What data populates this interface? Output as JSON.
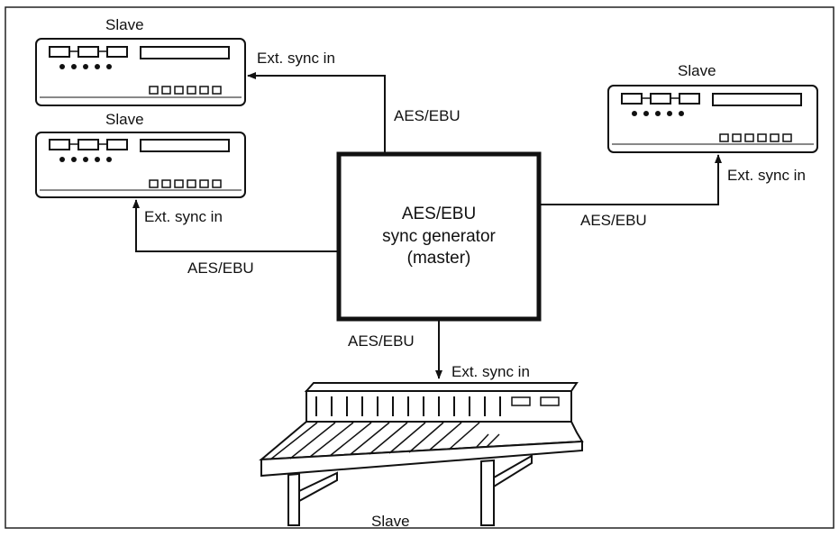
{
  "diagram": {
    "master": {
      "line1": "AES/EBU",
      "line2": "sync generator",
      "line3": "(master)"
    },
    "devices": {
      "slave_top_left": "Slave",
      "slave_mid_left": "Slave",
      "slave_right": "Slave",
      "slave_console": "Slave"
    },
    "inputs": {
      "top_left": "Ext. sync in",
      "mid_left": "Ext. sync in",
      "right": "Ext. sync in",
      "console": "Ext. sync in"
    },
    "links": {
      "to_top_left": "AES/EBU",
      "to_mid_left": "AES/EBU",
      "to_right": "AES/EBU",
      "to_console": "AES/EBU"
    }
  }
}
